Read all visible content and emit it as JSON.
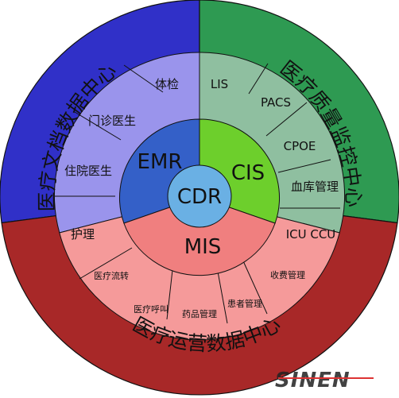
{
  "diagram": {
    "core": {
      "label": "CDR",
      "color": "#6ab0e4"
    },
    "middle": [
      {
        "label": "EMR",
        "color": "#3460c8"
      },
      {
        "label": "CIS",
        "color": "#6dcf2c"
      },
      {
        "label": "MIS",
        "color": "#f07f7f"
      }
    ],
    "inner_ring": {
      "emr": {
        "color": "#9a94ec",
        "items": [
          "体检",
          "门诊医生",
          "住院医生",
          "护理"
        ]
      },
      "cis": {
        "color": "#8fbfa0",
        "items": [
          "LIS",
          "PACS",
          "CPOE",
          "血库管理",
          "ICU CCU"
        ]
      },
      "mis": {
        "color": "#f59a9a",
        "items": [
          "医疗流转",
          "医疗呼叫",
          "药品管理",
          "患者管理",
          "收费管理"
        ]
      }
    },
    "outer_ring": [
      {
        "label": "医疗文档数据中心",
        "color": "#3030c8"
      },
      {
        "label": "医疗质量监控中心",
        "color": "#2e9a52"
      },
      {
        "label": "医疗运营数据中心",
        "color": "#a82828"
      }
    ],
    "watermark": "SINEN"
  }
}
